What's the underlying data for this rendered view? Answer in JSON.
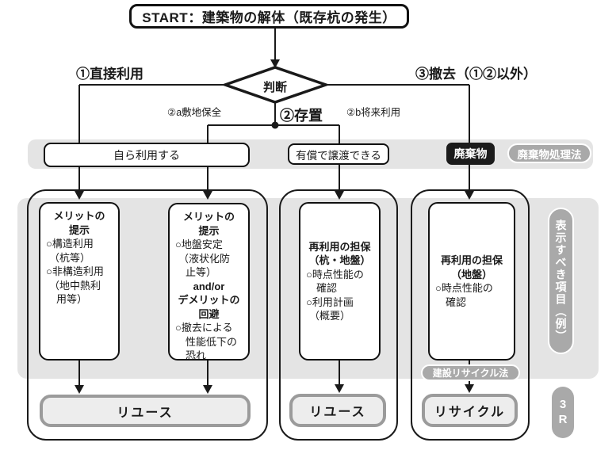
{
  "start_label": "START：建築物の解体（既存杭の発生）",
  "decision_label": "判断",
  "branches": {
    "direct_use": "①直接利用",
    "leave_in_place": "②存置",
    "site_preservation": "②a敷地保全",
    "future_use": "②b将来利用",
    "removal": "③撤去（①②以外）"
  },
  "middle_row": {
    "self_use": "自ら利用する",
    "paid_transfer": "有償で譲渡できる",
    "waste": "廃棄物",
    "waste_disposal_law": "廃棄物処理法"
  },
  "detail_boxes": {
    "box1": {
      "lines": [
        "メリットの",
        "提示",
        "○構造利用",
        "（杭等）",
        "○非構造利用",
        "（地中熱利",
        "用等）"
      ]
    },
    "box2": {
      "lines": [
        "メリットの",
        "提示",
        "○地盤安定",
        "（液状化防",
        "止等）",
        "and/or",
        "デメリットの",
        "回避",
        "○撤去による",
        "性能低下の",
        "恐れ"
      ]
    },
    "box3": {
      "lines": [
        "再利用の担保",
        "（杭・地盤）",
        "○時点性能の",
        "確認",
        "○利用計画",
        "（概要）"
      ]
    },
    "box4": {
      "lines": [
        "再利用の担保",
        "（地盤）",
        "○時点性能の",
        "確認"
      ]
    }
  },
  "side_labels": {
    "display_items": "表示すべき項目（例）",
    "construction_recycle_law": "建設リサイクル法",
    "three_r": "3R"
  },
  "results": {
    "reuse_left": "リユース",
    "reuse_middle": "リユース",
    "recycle": "リサイクル"
  },
  "colors": {
    "band_gray": "#e4e4e4",
    "pill_gray": "#a9a9a9",
    "waste_black": "#1b1b1b",
    "result_fill": "#ededed",
    "result_border": "#9b9b9b",
    "line_black": "#1a1a1a"
  }
}
